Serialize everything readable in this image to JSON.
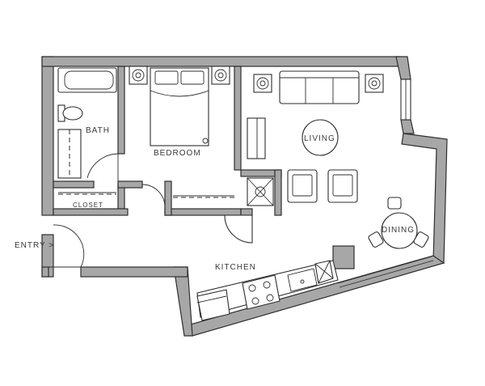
{
  "rooms": {
    "bath": "BATH",
    "bedroom": "BEDROOM",
    "closet": "CLOSET",
    "living": "LIVING",
    "dining": "DINING",
    "kitchen": "KITCHEN",
    "entry": "ENTRY >"
  },
  "colors": {
    "wall_fill": "#a7a7a7",
    "line": "#2e2e2e",
    "background": "#ffffff"
  }
}
